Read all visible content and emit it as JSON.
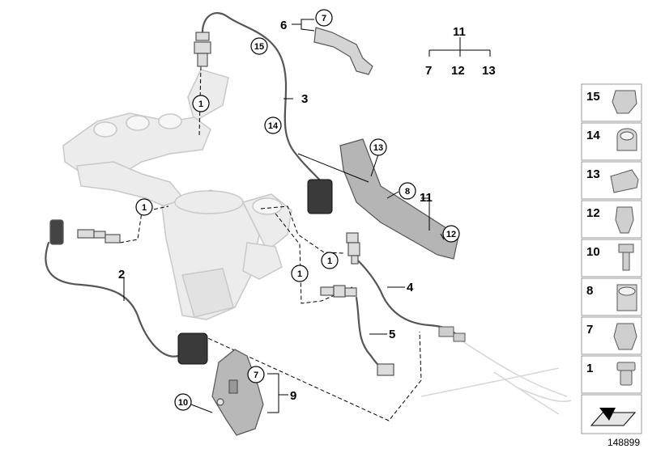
{
  "diagram": {
    "figure_id": "148899",
    "callouts": {
      "c2": "2",
      "c3": "3",
      "c4": "4",
      "c5": "5",
      "c6": "6",
      "c9": "9",
      "c11": "11"
    },
    "tree_11": {
      "top": "11",
      "left": "7",
      "mid": "12",
      "right": "13"
    },
    "bubbles": {
      "b15": "15",
      "b7a": "7",
      "b1a": "1",
      "b14": "14",
      "b13": "13",
      "b8": "8",
      "b12": "12",
      "b1b": "1",
      "b1c": "1",
      "b1d": "1",
      "b7b": "7",
      "b10": "10"
    },
    "legend": [
      "15",
      "14",
      "13",
      "12",
      "10",
      "8",
      "7",
      "1"
    ]
  }
}
